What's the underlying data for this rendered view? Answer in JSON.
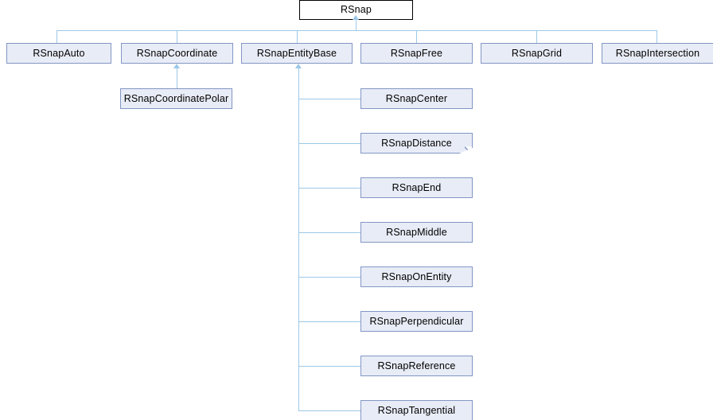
{
  "diagram": {
    "kind": "class-inheritance-graph",
    "title": "RSnap",
    "colors": {
      "root_fill": "#ffffff",
      "root_border": "#000000",
      "node_fill": "#e8ecf6",
      "node_border": "#8296c4",
      "connector": "#9cc8e8",
      "text": "#000000",
      "background": "#ffffff"
    }
  },
  "root": {
    "label": "RSnap"
  },
  "level1": [
    {
      "label": "RSnapAuto"
    },
    {
      "label": "RSnapCoordinate"
    },
    {
      "label": "RSnapEntityBase"
    },
    {
      "label": "RSnapFree"
    },
    {
      "label": "RSnapGrid"
    },
    {
      "label": "RSnapIntersection"
    }
  ],
  "coordinate_children": [
    {
      "label": "RSnapCoordinatePolar"
    }
  ],
  "entitybase_children": [
    {
      "label": "RSnapCenter",
      "folded": false
    },
    {
      "label": "RSnapDistance",
      "folded": true
    },
    {
      "label": "RSnapEnd",
      "folded": false
    },
    {
      "label": "RSnapMiddle",
      "folded": false
    },
    {
      "label": "RSnapOnEntity",
      "folded": false
    },
    {
      "label": "RSnapPerpendicular",
      "folded": false
    },
    {
      "label": "RSnapReference",
      "folded": false
    },
    {
      "label": "RSnapTangential",
      "folded": false
    }
  ]
}
